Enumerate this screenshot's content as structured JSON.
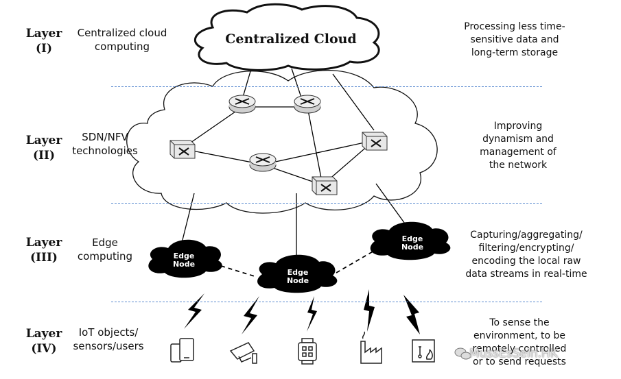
{
  "layers": [
    {
      "name": "Layer\n(I)",
      "tech": "Centralized cloud\ncomputing",
      "role": "Processing less time-\nsensitive data and\nlong-term storage"
    },
    {
      "name": "Layer\n(II)",
      "tech": "SDN/NFV\ntechnologies",
      "role": "Improving\ndynamism and\nmanagement of\nthe network"
    },
    {
      "name": "Layer\n(III)",
      "tech": "Edge\ncomputing",
      "role": "Capturing/aggregating/\nfiltering/encrypting/\nencoding the local raw\ndata streams in real-time"
    },
    {
      "name": "Layer\n(IV)",
      "tech": "IoT objects/\nsensors/users",
      "role": "To sense the\nenvironment, to be\nremotely controlled\nor to send requests"
    }
  ],
  "cloud_label": "Centralized Cloud",
  "edge_node_label": "Edge\nNode",
  "watermark": "MussEsSein.HK",
  "icons": {
    "routers": [
      "router-icon",
      "router-icon",
      "router-icon"
    ],
    "switches": [
      "switch-icon",
      "switch-icon",
      "switch-icon"
    ],
    "devices": [
      "smartphone-tablet-icon",
      "security-camera-icon",
      "smartwatch-icon",
      "factory-icon",
      "fire-sensor-icon"
    ],
    "signals": [
      "lightning-icon"
    ],
    "watermark_icon": "wechat-icon"
  },
  "colors": {
    "divider": "#5b8bd0",
    "edge_node_fill": "#000000",
    "line": "#000000"
  }
}
